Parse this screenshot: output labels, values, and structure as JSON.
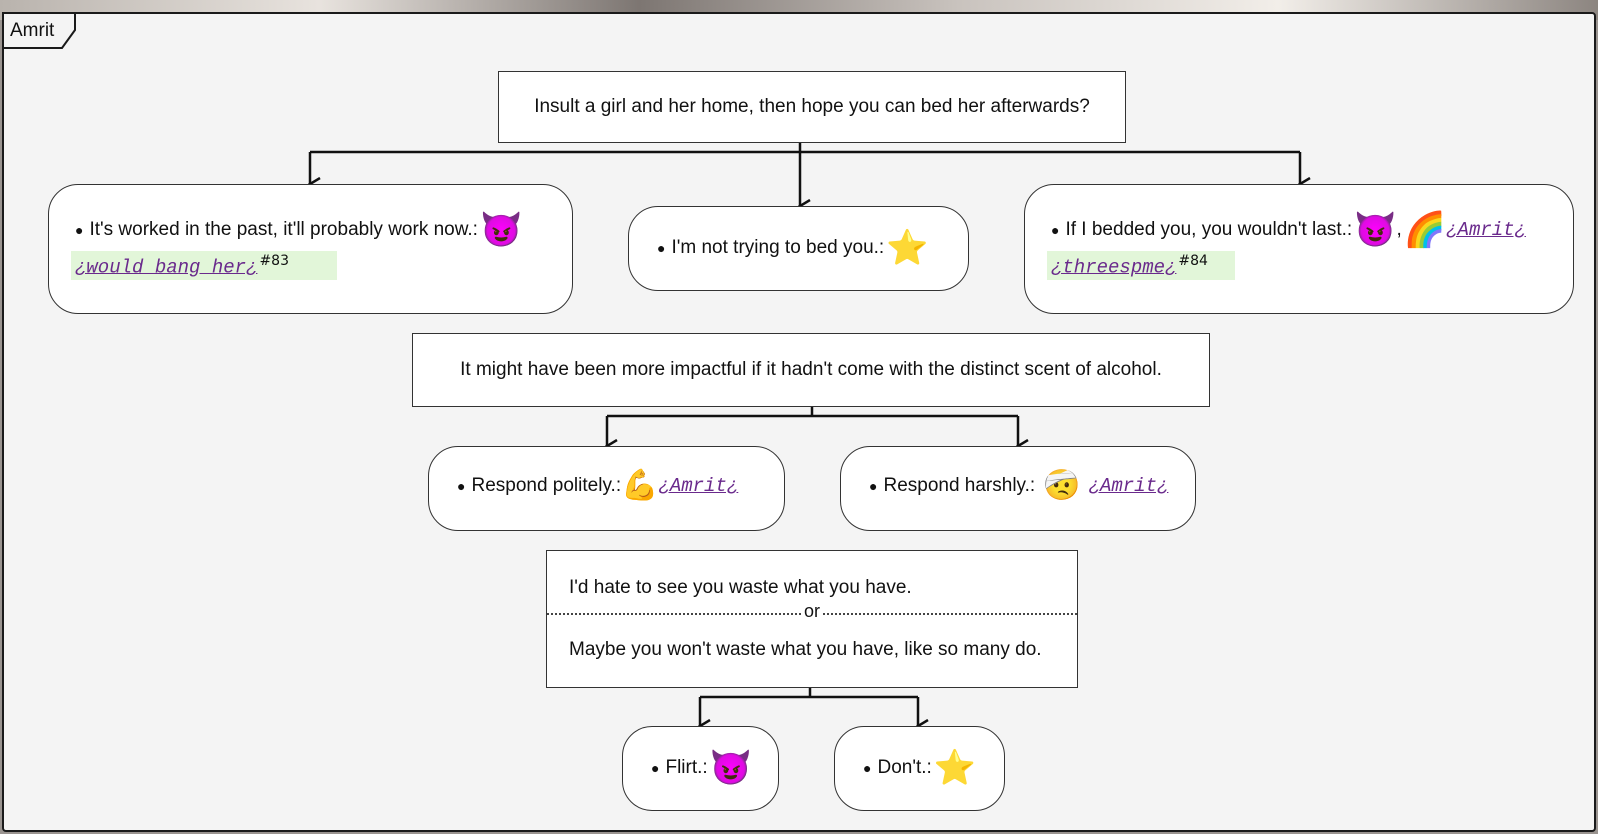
{
  "speaker": "Amrit",
  "nodes": {
    "q1": "Insult a girl and her home, then hope you can bed her afterwards?",
    "q2": "It might have been more impactful if it hadn't come with the distinct scent of alcohol.",
    "q3": {
      "line1": "I'd hate to see you waste what you have.",
      "or": "or",
      "line2": "Maybe you won't waste what you have, like so many do."
    }
  },
  "options": {
    "o1": {
      "text": "It's worked in the past, it'll probably work now.:",
      "icons": [
        "devil-icon"
      ],
      "tag": "¿would bang her¿",
      "ref": "#83"
    },
    "o2": {
      "text": "I'm not trying to bed you.:",
      "icons": [
        "star-icon"
      ]
    },
    "o3": {
      "text": "If I bedded you, you wouldn't last.:",
      "icons": [
        "devil-icon",
        "rainbow-heart-icon"
      ],
      "sep": ",",
      "link": "¿Amrit¿",
      "tag": "¿threespme¿",
      "ref": "#84"
    },
    "o4": {
      "text": "Respond politely.:",
      "icons": [
        "flexed-arm-icon"
      ],
      "link": "¿Amrit¿"
    },
    "o5": {
      "text": "Respond harshly.:",
      "icons": [
        "hurt-person-icon"
      ],
      "link": "¿Amrit¿"
    },
    "o6": {
      "text": "Flirt.:",
      "icons": [
        "devil-icon"
      ]
    },
    "o7": {
      "text": "Don't.:",
      "icons": [
        "star-icon"
      ]
    }
  },
  "colors": {
    "panel": "#f4f4f4",
    "box": "#ffffff",
    "link": "#6a2a8c",
    "tag_bg": "#e2f6d9",
    "devil": "#e23b3b",
    "star": "#f5b82e"
  }
}
